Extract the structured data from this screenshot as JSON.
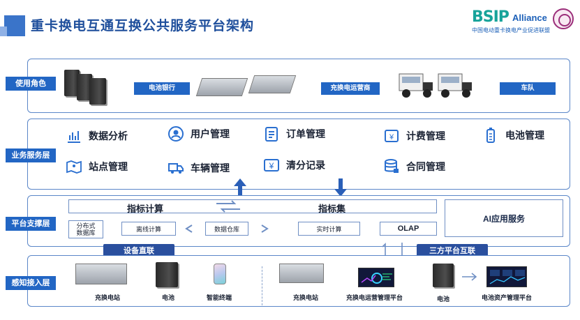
{
  "header": {
    "title": "重卡换电互通互换公共服务平台架构",
    "logo_main": "BSIP",
    "logo_sub": "Alliance",
    "logo_cn": "中国电动重卡换电产业促进联盟"
  },
  "layers": {
    "roles": "使用角色",
    "business": "业务服务层",
    "platform": "平台支撑层",
    "perception": "感知接入层"
  },
  "roles": [
    {
      "label": "电池银行"
    },
    {
      "label": "充换电运营商"
    },
    {
      "label": "车队"
    }
  ],
  "business": [
    {
      "label": "数据分析",
      "icon": "chart-icon"
    },
    {
      "label": "用户管理",
      "icon": "user-icon"
    },
    {
      "label": "订单管理",
      "icon": "order-icon"
    },
    {
      "label": "计费管理",
      "icon": "billing-icon"
    },
    {
      "label": "电池管理",
      "icon": "battery-icon"
    },
    {
      "label": "站点管理",
      "icon": "map-icon"
    },
    {
      "label": "车辆管理",
      "icon": "truck-icon"
    },
    {
      "label": "清分记录",
      "icon": "yuan-icon"
    },
    {
      "label": "合同管理",
      "icon": "database-icon"
    }
  ],
  "platform": {
    "metric_calc": "指标计算",
    "metric_set": "指标集",
    "ai": "AI应用服务",
    "distributed_db": "分布式\n数据库",
    "offline": "离线计算",
    "warehouse": "数据仓库",
    "realtime": "实时计算",
    "olap": "OLAP"
  },
  "links": {
    "device": "设备直联",
    "third_party": "三方平台互联"
  },
  "perception": [
    {
      "label": "充换电站"
    },
    {
      "label": "电池"
    },
    {
      "label": "智能终端"
    },
    {
      "label": "充换电站"
    },
    {
      "label": "充换电运营管理平台"
    },
    {
      "label": "电池"
    },
    {
      "label": "电池资产管理平台"
    }
  ],
  "colors": {
    "primary": "#2266c4",
    "dark": "#2a4f9e",
    "border": "#5a86c8",
    "icon": "#2a6fd0"
  }
}
